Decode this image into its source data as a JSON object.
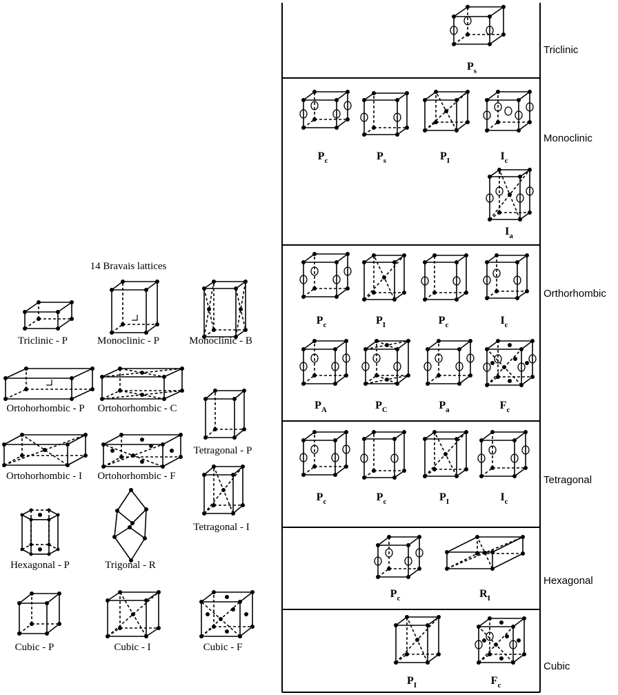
{
  "title": "14 Bravais lattices",
  "lattices": [
    {
      "label": "Triclinic - P"
    },
    {
      "label": "Monoclinic - P"
    },
    {
      "label": "Monoclinic - B"
    },
    {
      "label": "Ortohorhombic - P"
    },
    {
      "label": "Ortohorhombic - C"
    },
    {
      "label": "Ortohorhombic - I"
    },
    {
      "label": "Ortohorhombic - F"
    },
    {
      "label": "Tetragonal - P"
    },
    {
      "label": "Tetragonal - I"
    },
    {
      "label": "Hexagonal - P"
    },
    {
      "label": "Trigonal - R"
    },
    {
      "label": "Cubic - P"
    },
    {
      "label": "Cubic - I"
    },
    {
      "label": "Cubic - F"
    }
  ],
  "systems": [
    {
      "name": "Triclinic",
      "groups": [
        {
          "main": "P",
          "sub": "s"
        }
      ]
    },
    {
      "name": "Monoclinic",
      "groups": [
        {
          "main": "P",
          "sub": "c"
        },
        {
          "main": "P",
          "sub": "s"
        },
        {
          "main": "P",
          "sub": "I"
        },
        {
          "main": "I",
          "sub": "c"
        },
        {
          "main": "I",
          "sub": "a"
        }
      ]
    },
    {
      "name": "Orthorhombic",
      "groups": [
        {
          "main": "P",
          "sub": "c"
        },
        {
          "main": "P",
          "sub": "I"
        },
        {
          "main": "P",
          "sub": "c"
        },
        {
          "main": "I",
          "sub": "c"
        },
        {
          "main": "P",
          "sub": "A"
        },
        {
          "main": "P",
          "sub": "C"
        },
        {
          "main": "P",
          "sub": "a"
        },
        {
          "main": "F",
          "sub": "c"
        }
      ]
    },
    {
      "name": "Tetragonal",
      "groups": [
        {
          "main": "P",
          "sub": "c"
        },
        {
          "main": "P",
          "sub": "c"
        },
        {
          "main": "P",
          "sub": "I"
        },
        {
          "main": "I",
          "sub": "c"
        }
      ]
    },
    {
      "name": "Hexagonal",
      "groups": [
        {
          "main": "P",
          "sub": "c"
        },
        {
          "main": "R",
          "sub": "I"
        }
      ]
    },
    {
      "name": "Cubic",
      "groups": [
        {
          "main": "P",
          "sub": "I"
        },
        {
          "main": "F",
          "sub": "c"
        }
      ]
    }
  ]
}
